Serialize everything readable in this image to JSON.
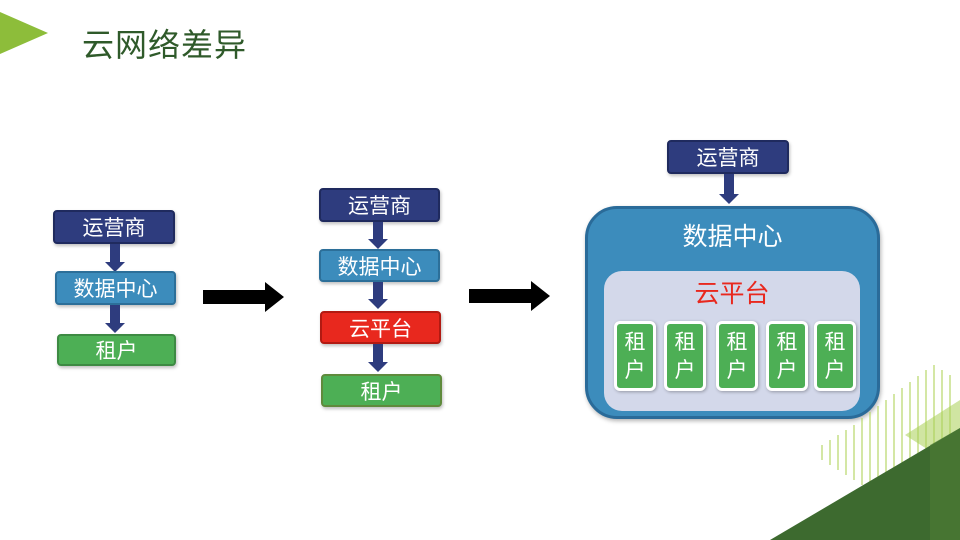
{
  "title": "云网络差异",
  "diagram1": {
    "operator": "运营商",
    "datacenter": "数据中心",
    "tenant": "租户"
  },
  "diagram2": {
    "operator": "运营商",
    "datacenter": "数据中心",
    "cloud_platform": "云平台",
    "tenant": "租户"
  },
  "diagram3": {
    "operator": "运营商",
    "datacenter": "数据中心",
    "cloud_platform": "云平台",
    "tenants": [
      {
        "line1": "租",
        "line2": "户"
      },
      {
        "line1": "租",
        "line2": "户"
      },
      {
        "line1": "租",
        "line2": "户"
      },
      {
        "line1": "租",
        "line2": "户"
      },
      {
        "line1": "租",
        "line2": "户"
      }
    ]
  },
  "colors": {
    "operator": "#2e3c7e",
    "datacenter": "#3c8cbc",
    "cloud_platform": "#e8281e",
    "tenant": "#4daf55",
    "title": "#2f5a2a",
    "accent_green": "#8dbd3a"
  }
}
